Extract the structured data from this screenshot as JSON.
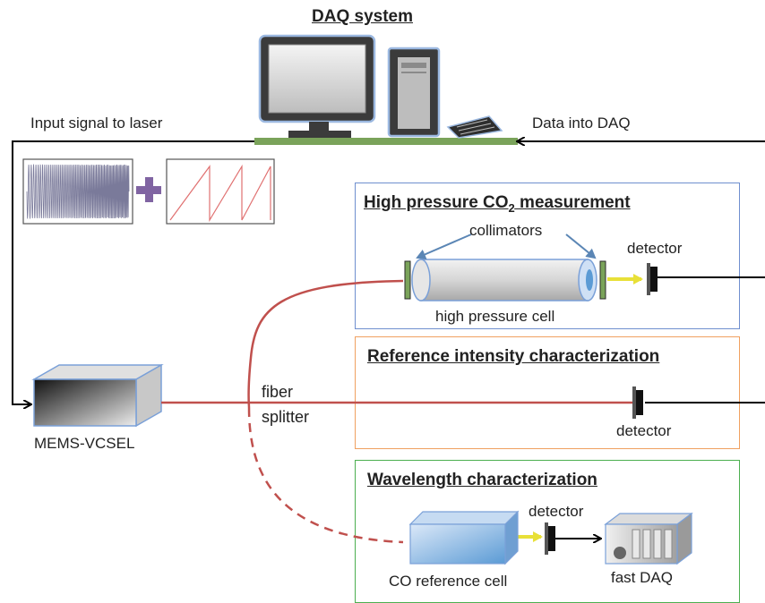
{
  "daq": {
    "title": "DAQ system"
  },
  "labels": {
    "input_signal": "Input signal to laser",
    "data_into_daq": "Data into DAQ",
    "laser": "MEMS-VCSEL",
    "fiber": "fiber",
    "splitter": "splitter"
  },
  "panels": {
    "high_pressure": {
      "title_pre": "High pressure CO",
      "title_sub": "2",
      "title_post": " measurement",
      "collimators": "collimators",
      "detector": "detector",
      "cell": "high pressure cell"
    },
    "reference": {
      "title": "Reference intensity characterization",
      "detector": "detector"
    },
    "wavelength": {
      "title": "Wavelength characterization",
      "detector": "detector",
      "ref_cell": "CO reference cell",
      "fast_daq": "fast DAQ"
    }
  },
  "colors": {
    "fiber": "#c0504d",
    "signal_line": "#000000",
    "beam": "#e8e038",
    "panel_high_pressure": "#6f8fcf",
    "panel_reference": "#f0a060",
    "panel_wavelength": "#4caf50",
    "plus": "#8064a2"
  },
  "icons": [
    "computer-icon",
    "keyboard-icon",
    "sine-waveform-icon",
    "plus-icon",
    "sawtooth-waveform-icon",
    "laser-box-icon",
    "collimator-icon",
    "detector-icon",
    "gas-cell-icon",
    "fast-daq-icon"
  ]
}
